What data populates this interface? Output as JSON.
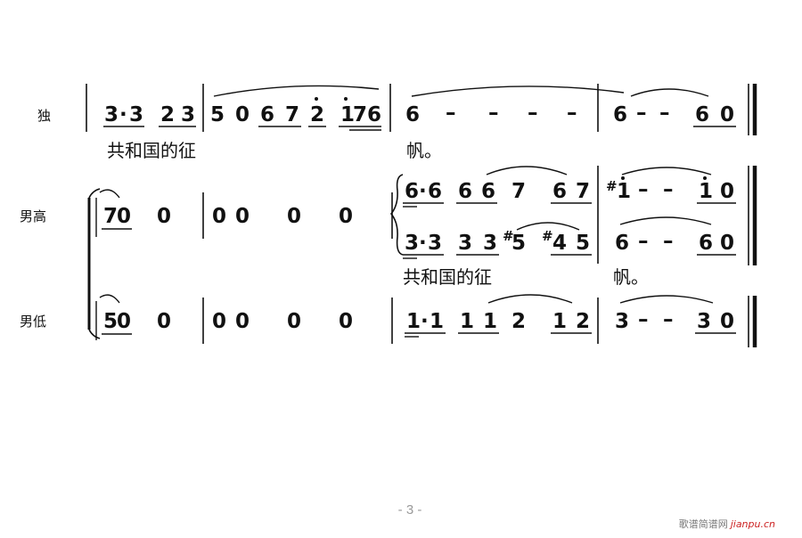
{
  "parts": [
    {
      "id": "solo",
      "label": "独"
    },
    {
      "id": "tenor",
      "label": "男高"
    },
    {
      "id": "bass",
      "label": "男低"
    }
  ],
  "lyrics": {
    "solo_line1": "共和国的征",
    "solo_line2": "帆。",
    "tenor_line1": "共和国的征",
    "tenor_line2": "帆。"
  },
  "notes": {
    "solo": {
      "m1": [
        "3",
        "·",
        "3",
        "2",
        "3"
      ],
      "m2": [
        "5",
        "0",
        "6",
        "7",
        "2",
        "1",
        "7",
        "6"
      ],
      "m3": [
        "6",
        "–",
        "–",
        "–",
        "–"
      ],
      "m4": [
        "6",
        "–",
        "–",
        "6",
        "0"
      ]
    },
    "tenor": {
      "m1": [
        "7",
        "0",
        "0"
      ],
      "m2": [
        "0",
        "0",
        "0",
        "0"
      ],
      "m3_upper": [
        "6",
        "·",
        "6",
        "6",
        "6",
        "7",
        "6",
        "7"
      ],
      "m3_lower": [
        "3",
        "·",
        "3",
        "3",
        "3",
        "5",
        "4",
        "5"
      ],
      "m4_upper": [
        "1",
        "–",
        "–",
        "1",
        "0"
      ],
      "m4_lower": [
        "6",
        "–",
        "–",
        "6",
        "0"
      ],
      "sharp": "#"
    },
    "bass": {
      "m1": [
        "5",
        "0",
        "0"
      ],
      "m2": [
        "0",
        "0",
        "0",
        "0"
      ],
      "m3": [
        "1",
        "·",
        "1",
        "1",
        "1",
        "2",
        "1",
        "2"
      ],
      "m4": [
        "3",
        "–",
        "–",
        "3",
        "0"
      ]
    }
  },
  "footer": {
    "page_number": "- 3 -",
    "watermark_text": "歌谱简谱网",
    "watermark_url": "jianpu.cn"
  }
}
